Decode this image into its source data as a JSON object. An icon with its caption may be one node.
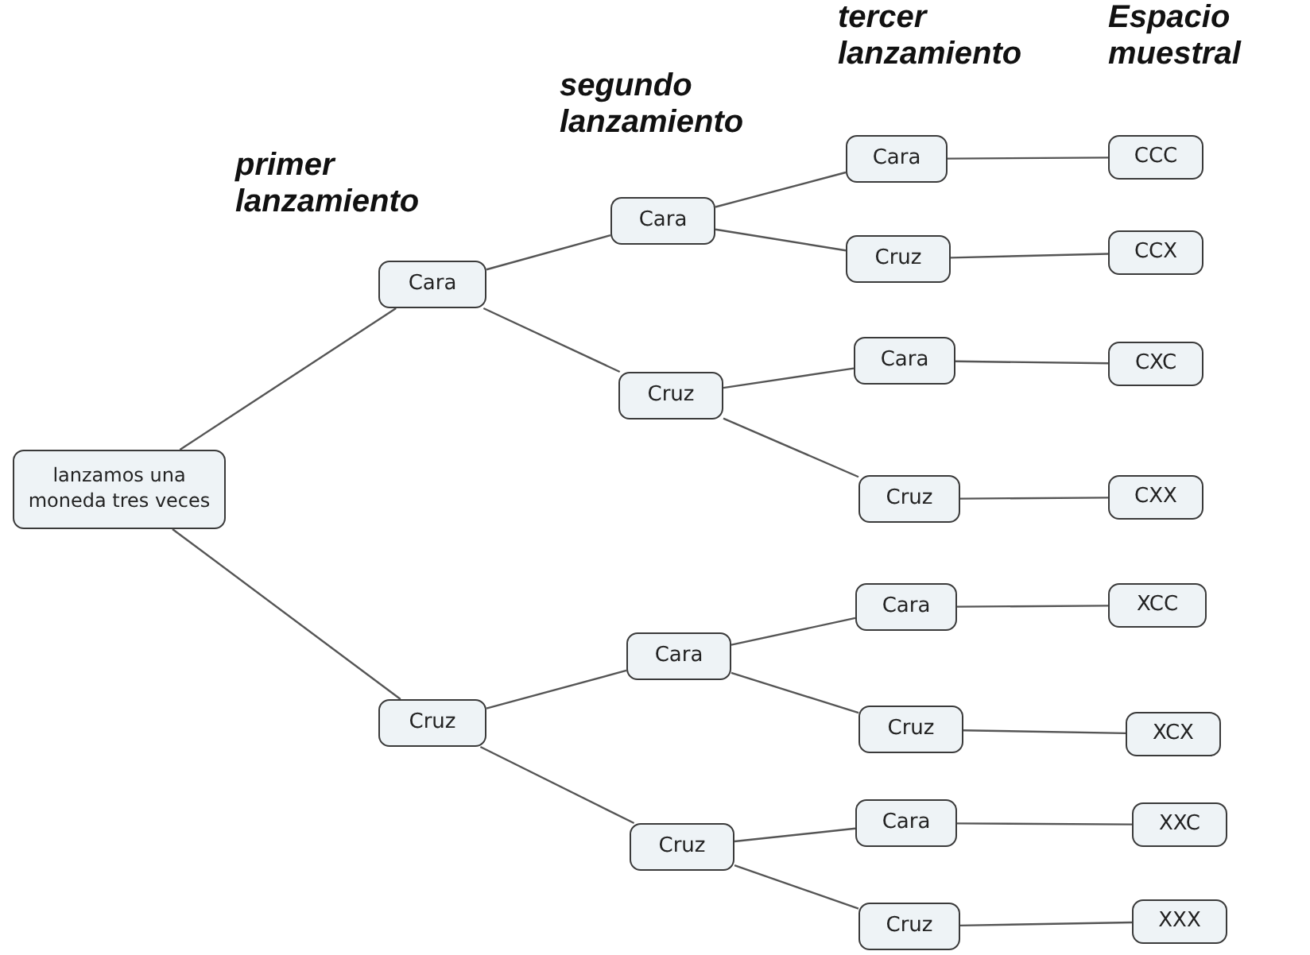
{
  "diagram": {
    "nodes": [
      {
        "text": [
          "lanzamos una moneda tres veces"
        ]
      },
      {
        "text": [
          "Cara"
        ]
      },
      {
        "text": [
          "Cruz"
        ]
      },
      {
        "text": [
          "Cara"
        ]
      },
      {
        "text": [
          "Cruz"
        ]
      },
      {
        "text": [
          "Cara"
        ]
      },
      {
        "text": [
          "Cruz"
        ]
      },
      {
        "text": [
          "Cara"
        ]
      },
      {
        "text": [
          "Cruz"
        ]
      },
      {
        "text": [
          "Cara"
        ]
      },
      {
        "text": [
          "Cruz"
        ]
      },
      {
        "text": [
          "Cara"
        ]
      },
      {
        "text": [
          "Cruz"
        ]
      },
      {
        "text": [
          "Cara"
        ]
      },
      {
        "text": [
          "Cruz"
        ]
      },
      {
        "text": [
          "CCC"
        ]
      },
      {
        "text": [
          "CCX"
        ]
      },
      {
        "text": [
          "CXC"
        ]
      },
      {
        "text": [
          "CXX"
        ]
      },
      {
        "text": [
          "XCC"
        ]
      },
      {
        "text": [
          "XCX"
        ]
      },
      {
        "text": [
          "XXC"
        ]
      },
      {
        "text": [
          "XXX"
        ]
      }
    ],
    "edges": [
      {
        "from": 0,
        "to": 1,
        "arrow": "none"
      },
      {
        "from": 0,
        "to": 2,
        "arrow": "none"
      },
      {
        "from": 1,
        "to": 3,
        "arrow": "none"
      },
      {
        "from": 1,
        "to": 4,
        "arrow": "none"
      },
      {
        "from": 2,
        "to": 5,
        "arrow": "none"
      },
      {
        "from": 2,
        "to": 6,
        "arrow": "none"
      },
      {
        "from": 3,
        "to": 7,
        "arrow": "none"
      },
      {
        "from": 3,
        "to": 8,
        "arrow": "none"
      },
      {
        "from": 4,
        "to": 9,
        "arrow": "none"
      },
      {
        "from": 4,
        "to": 10,
        "arrow": "none"
      },
      {
        "from": 5,
        "to": 11,
        "arrow": "none"
      },
      {
        "from": 5,
        "to": 12,
        "arrow": "none"
      },
      {
        "from": 6,
        "to": 13,
        "arrow": "none"
      },
      {
        "from": 6,
        "to": 14,
        "arrow": "none"
      },
      {
        "from": 7,
        "to": 15,
        "arrow": "none"
      },
      {
        "from": 8,
        "to": 16,
        "arrow": "none"
      },
      {
        "from": 9,
        "to": 17,
        "arrow": "none"
      },
      {
        "from": 10,
        "to": 18,
        "arrow": "none"
      },
      {
        "from": 11,
        "to": 19,
        "arrow": "none"
      },
      {
        "from": 12,
        "to": 20,
        "arrow": "none"
      },
      {
        "from": 13,
        "to": 21,
        "arrow": "none"
      },
      {
        "from": 14,
        "to": 22,
        "arrow": "none"
      }
    ],
    "labels": [
      "primer lanzamiento",
      "segundo lanzamiento",
      "tercer lanzamiento",
      "Espacio muestral"
    ]
  }
}
